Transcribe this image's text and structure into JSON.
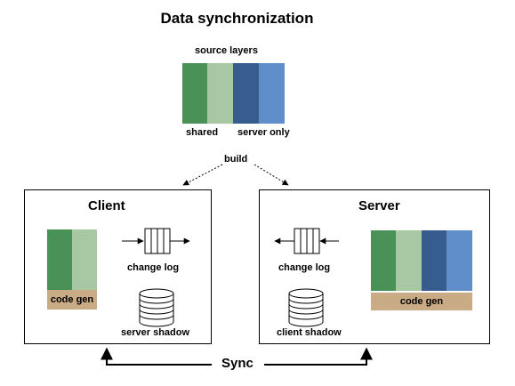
{
  "title": "Data synchronization",
  "source": {
    "label": "source layers",
    "shared_label": "shared",
    "server_only_label": "server only"
  },
  "build_label": "build",
  "client": {
    "title": "Client",
    "code_gen": "code gen",
    "change_log": "change log",
    "shadow": "server shadow"
  },
  "server": {
    "title": "Server",
    "code_gen": "code gen",
    "change_log": "change log",
    "shadow": "client shadow"
  },
  "sync_label": "Sync",
  "colors": {
    "shared_dark": "#4a9158",
    "shared_light": "#a8c7a3",
    "server_dark": "#375d8f",
    "server_light": "#5f8ecb",
    "code_gen": "#c9ac86"
  }
}
